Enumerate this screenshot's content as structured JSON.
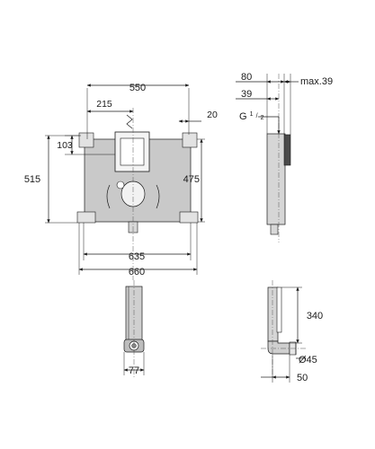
{
  "front_view": {
    "dim_width_top": "550",
    "dim_offset": "215",
    "dim_side": "20",
    "dim_inlet_height": "103",
    "dim_total_height": "515",
    "dim_frame_height": "475",
    "dim_inner_width": "635",
    "dim_outer_width": "660"
  },
  "side_view": {
    "dim_depth": "80",
    "dim_max": "max.39",
    "dim_39": "39",
    "dim_g_prefix": "G",
    "dim_g_num": "1",
    "dim_g_den": "2"
  },
  "bottom_view": {
    "dim_pipe_width": "77"
  },
  "pipe_view": {
    "dim_height": "340",
    "dim_diameter": "Ø45",
    "dim_width": "50"
  }
}
